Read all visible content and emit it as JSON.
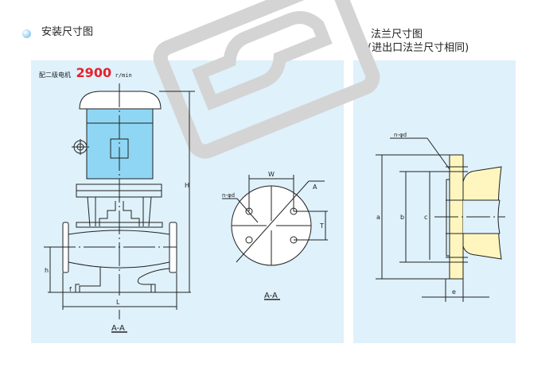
{
  "left_section": {
    "title": "安装尺寸图",
    "motor_label": "配二级电机",
    "speed": "2900",
    "speed_unit": "r/min",
    "dims": {
      "H": "H",
      "h": "h",
      "L": "L",
      "f": "f",
      "W": "W",
      "T": "T",
      "A": "A",
      "holes": "n-φd"
    },
    "section_label": "A-A",
    "plan_label": "A-A"
  },
  "right_section": {
    "title": "法兰尺寸图",
    "subtitle": "(进出口法兰尺寸相同)",
    "dims": {
      "a": "a",
      "b": "b",
      "c": "c",
      "e": "e",
      "holes": "n-φd"
    }
  },
  "colors": {
    "panel": "#dff1fb",
    "motor": "#8fd6f4",
    "flange": "#fff6bf",
    "speed": "#e8202a"
  }
}
